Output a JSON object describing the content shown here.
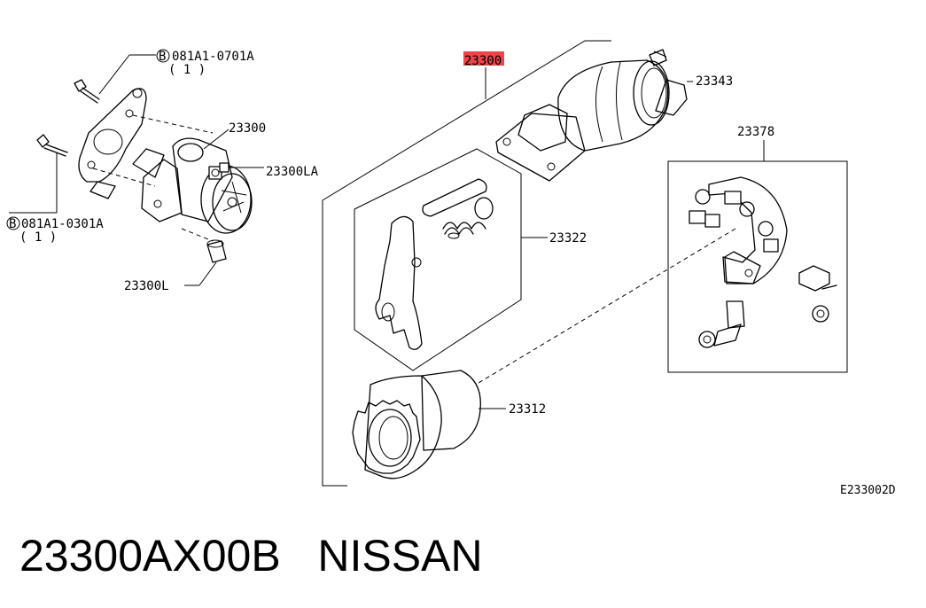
{
  "callouts": {
    "bolt_top": {
      "mark": "B",
      "code": "081A1-0701A",
      "qty": "( 1 )"
    },
    "bolt_bottom": {
      "mark": "B",
      "code": "081A1-0301A",
      "qty": "( 1 )"
    },
    "starter": "23300",
    "starter_la": "23300LA",
    "starter_l": "23300L",
    "assembly": "23300",
    "solenoid": "23343",
    "lever_kit": "23322",
    "brush_holder": "23378",
    "pinion": "23312"
  },
  "highlight": {
    "color": "#e8242a"
  },
  "diagram_code": "E233002D",
  "footer": {
    "part_number": "23300AX00B",
    "brand": "NISSAN"
  }
}
